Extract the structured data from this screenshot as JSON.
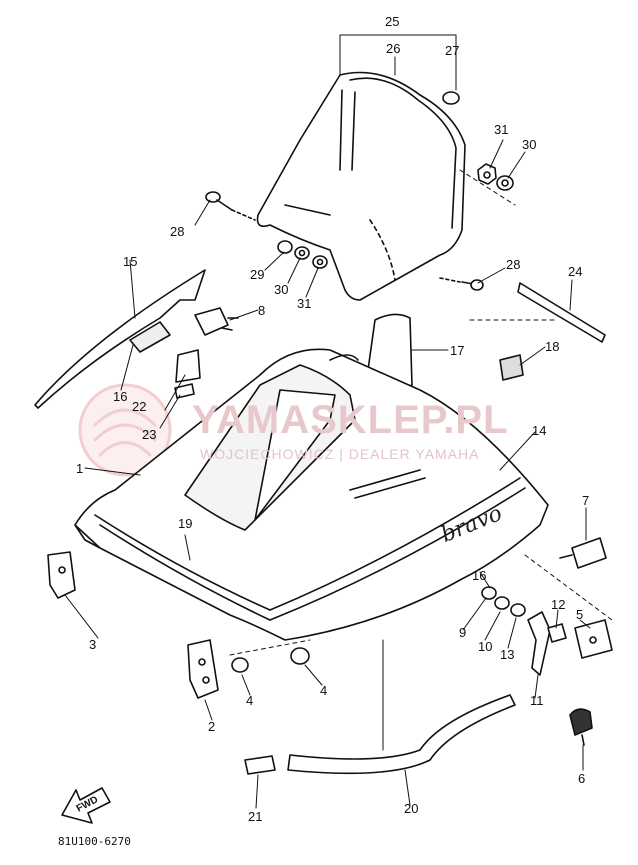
{
  "diagram": {
    "drawing_code": "81U100-6270",
    "brand_text": "bravo",
    "fwd_label": "FWD",
    "watermark": {
      "title": "YAMASKLEP.PL",
      "subtitle": "WOJCIECHOWICZ | DEALER YAMAHA"
    },
    "callouts": [
      "1",
      "2",
      "3",
      "4",
      "4",
      "5",
      "6",
      "7",
      "8",
      "9",
      "10",
      "11",
      "12",
      "13",
      "14",
      "15",
      "16",
      "16",
      "17",
      "18",
      "19",
      "20",
      "21",
      "22",
      "23",
      "24",
      "25",
      "26",
      "27",
      "28",
      "28",
      "29",
      "30",
      "30",
      "31",
      "31"
    ]
  }
}
